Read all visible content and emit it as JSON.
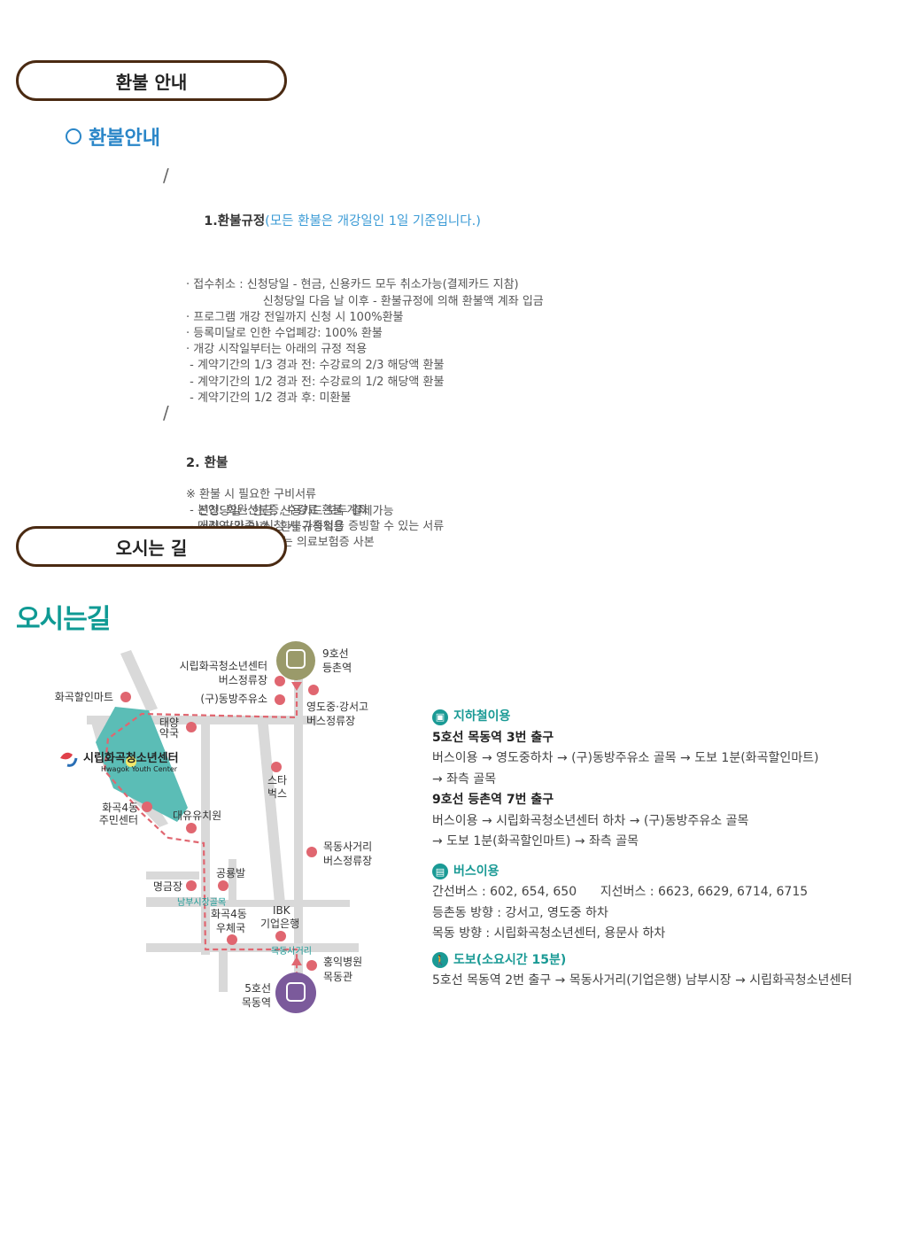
{
  "section1": {
    "title": "환불 안내",
    "subtitle": "환불안내"
  },
  "refund": {
    "h1": "1.환불규정",
    "h1_note": "(모든 환불은 개강일인 1일 기준입니다.)",
    "lines": [
      "· 접수취소 : 신청당일 - 현금, 신용카드 모두 취소가능(결제카드 지참)",
      "                     신청당일 다음 날 이후 - 환불규정에 의해 환불액 계좌 입금",
      "· 프로그램 개강 전일까지 신청 시 100%환불",
      "· 등록미달로 인한 수업폐강: 100% 환불",
      "· 개강 시작일부터는 아래의 규정 적용",
      " - 계약기간의 1/3 경과 전: 수강료의 2/3 해당액 환불",
      " - 계약기간의 1/2 경과 전: 수강료의 1/2 해당액 환불",
      " - 계약기간의 1/2 경과 후: 미환불"
    ],
    "docs": [
      "※ 환불 시 필요한 구비서류",
      " - 본인: 회원신분증, 수강료 환불 계좌",
      " - 대리인(가족) 신청 시 가족임을 증빙할 수 있는 서류",
      "   : 주민등록등본 또는 의료보험증 사본"
    ],
    "h2": "2. 환불",
    "h2_lines": [
      "신청당일 : 현금, 신용카드 모두 결제가능",
      "신청 당일 이후 : 환불규정적용"
    ]
  },
  "section2": {
    "title": "오시는 길",
    "map_title": "오시는길"
  },
  "map": {
    "subway9": [
      "9호선",
      "등촌역"
    ],
    "subway5": [
      "5호선",
      "목동역"
    ],
    "youth_center": "시립화곡청소년센터",
    "youth_center_en": "Hwagok Youth Center",
    "labels": {
      "bus_center": [
        "시립화곡청소년센터",
        "버스정류장"
      ],
      "gas": "(구)동방주유소",
      "mart": "화곡할인마트",
      "yeongdo": [
        "영도중·강서고",
        "버스정류장"
      ],
      "pharmacy": [
        "태양",
        "약국"
      ],
      "star": [
        "스타",
        "벅스"
      ],
      "community": [
        "화곡4동",
        "주민센터"
      ],
      "kinder": "대유유치원",
      "mokdong_bus": [
        "목동사거리",
        "버스정류장"
      ],
      "gong": "공룡발",
      "myeong": "명금장",
      "market_alley": "남부시장골목",
      "post": [
        "화곡4동",
        "우체국"
      ],
      "ibk": [
        "IBK",
        "기업은행"
      ],
      "crossroad": "목동사거리",
      "hospital": [
        "홍익병원",
        "목동관"
      ]
    }
  },
  "directions": {
    "subway": {
      "title": "지하철이용",
      "l5_head": "5호선 목동역 3번 출구",
      "l5_lines": [
        "버스이용 → 영도중하차 → (구)동방주유소 골목 → 도보 1분(화곡할인마트)",
        "→ 좌측 골목"
      ],
      "l9_head": "9호선 등촌역 7번 출구",
      "l9_lines": [
        "버스이용 → 시립화곡청소년센터 하차 → (구)동방주유소 골목",
        "→ 도보 1분(화곡할인마트) → 좌측 골목"
      ]
    },
    "bus": {
      "title": "버스이용",
      "lines": [
        "간선버스 : 602, 654, 650      지선버스 : 6623, 6629, 6714, 6715",
        "등촌동 방향 : 강서고, 영도중 하차",
        "목동 방향 : 시립화곡청소년센터, 용문사 하차"
      ]
    },
    "walk": {
      "title": "도보(소요시간 15분)",
      "lines": [
        "5호선 목동역 2번 출구 → 목동사거리(기업은행) 남부시장 → 시립화곡청소년센터"
      ]
    }
  },
  "colors": {
    "teal": "#1a9a95",
    "blue": "#2a86c8",
    "brown": "#4a2a12",
    "marker": "#e06670"
  }
}
